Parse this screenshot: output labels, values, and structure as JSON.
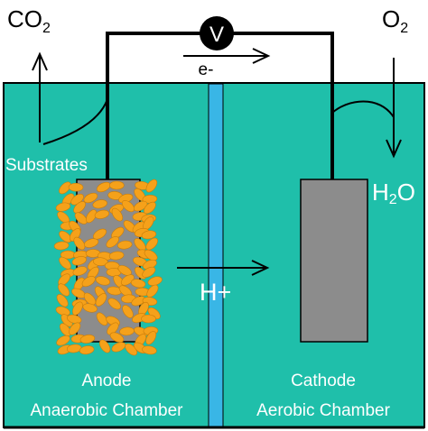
{
  "labels": {
    "co2": "CO",
    "co2_sub": "2",
    "o2": "O",
    "o2_sub": "2",
    "h2o_h": "H",
    "h2o_sub": "2",
    "h2o_o": "O",
    "voltmeter": "V",
    "electron": "e-",
    "proton": "H+",
    "substrates": "Substrates",
    "anode": "Anode",
    "anode_chamber": "Anaerobic Chamber",
    "cathode": "Cathode",
    "cathode_chamber": "Aerobic Chamber"
  },
  "colors": {
    "water": "#1fbfaa",
    "membrane": "#39b6e6",
    "electrode": "#8c8c8c",
    "bacteria": "#f5a11a",
    "wire": "#000000",
    "text_on_water": "#ffffff"
  }
}
